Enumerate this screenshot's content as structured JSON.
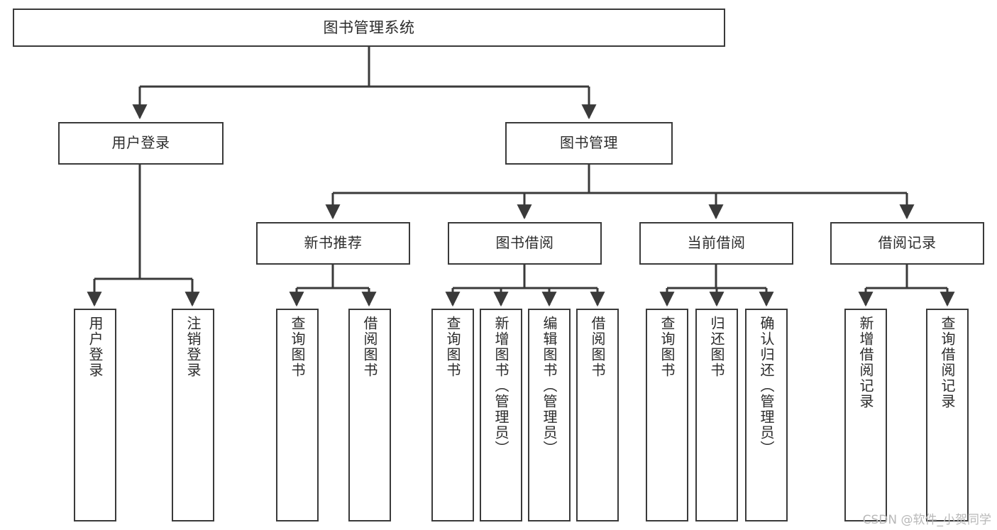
{
  "diagram": {
    "title": "图书管理系统",
    "watermark": "CSDN @软件_小贺同学",
    "colors": {
      "stroke": "#3a3a3a",
      "fill": "#ffffff",
      "text": "#2b2b2b",
      "watermark": "#b8b8b8"
    },
    "root": {
      "label": "图书管理系统"
    },
    "level2": [
      {
        "label": "用户登录"
      },
      {
        "label": "图书管理"
      }
    ],
    "level3": [
      {
        "label": "新书推荐"
      },
      {
        "label": "图书借阅"
      },
      {
        "label": "当前借阅"
      },
      {
        "label": "借阅记录"
      }
    ],
    "leaves": {
      "user_login": [
        {
          "label": "用户登录"
        },
        {
          "label": "注销登录"
        }
      ],
      "new_book": [
        {
          "label": "查询图书"
        },
        {
          "label": "借阅图书"
        }
      ],
      "book_borrow": [
        {
          "label": "查询图书"
        },
        {
          "label": "新增图书（管理员）"
        },
        {
          "label": "编辑图书（管理员）"
        },
        {
          "label": "借阅图书"
        }
      ],
      "current_borrow": [
        {
          "label": "查询图书"
        },
        {
          "label": "归还图书"
        },
        {
          "label": "确认归还（管理员）"
        }
      ],
      "borrow_record": [
        {
          "label": "新增借阅记录"
        },
        {
          "label": "查询借阅记录"
        }
      ]
    }
  }
}
